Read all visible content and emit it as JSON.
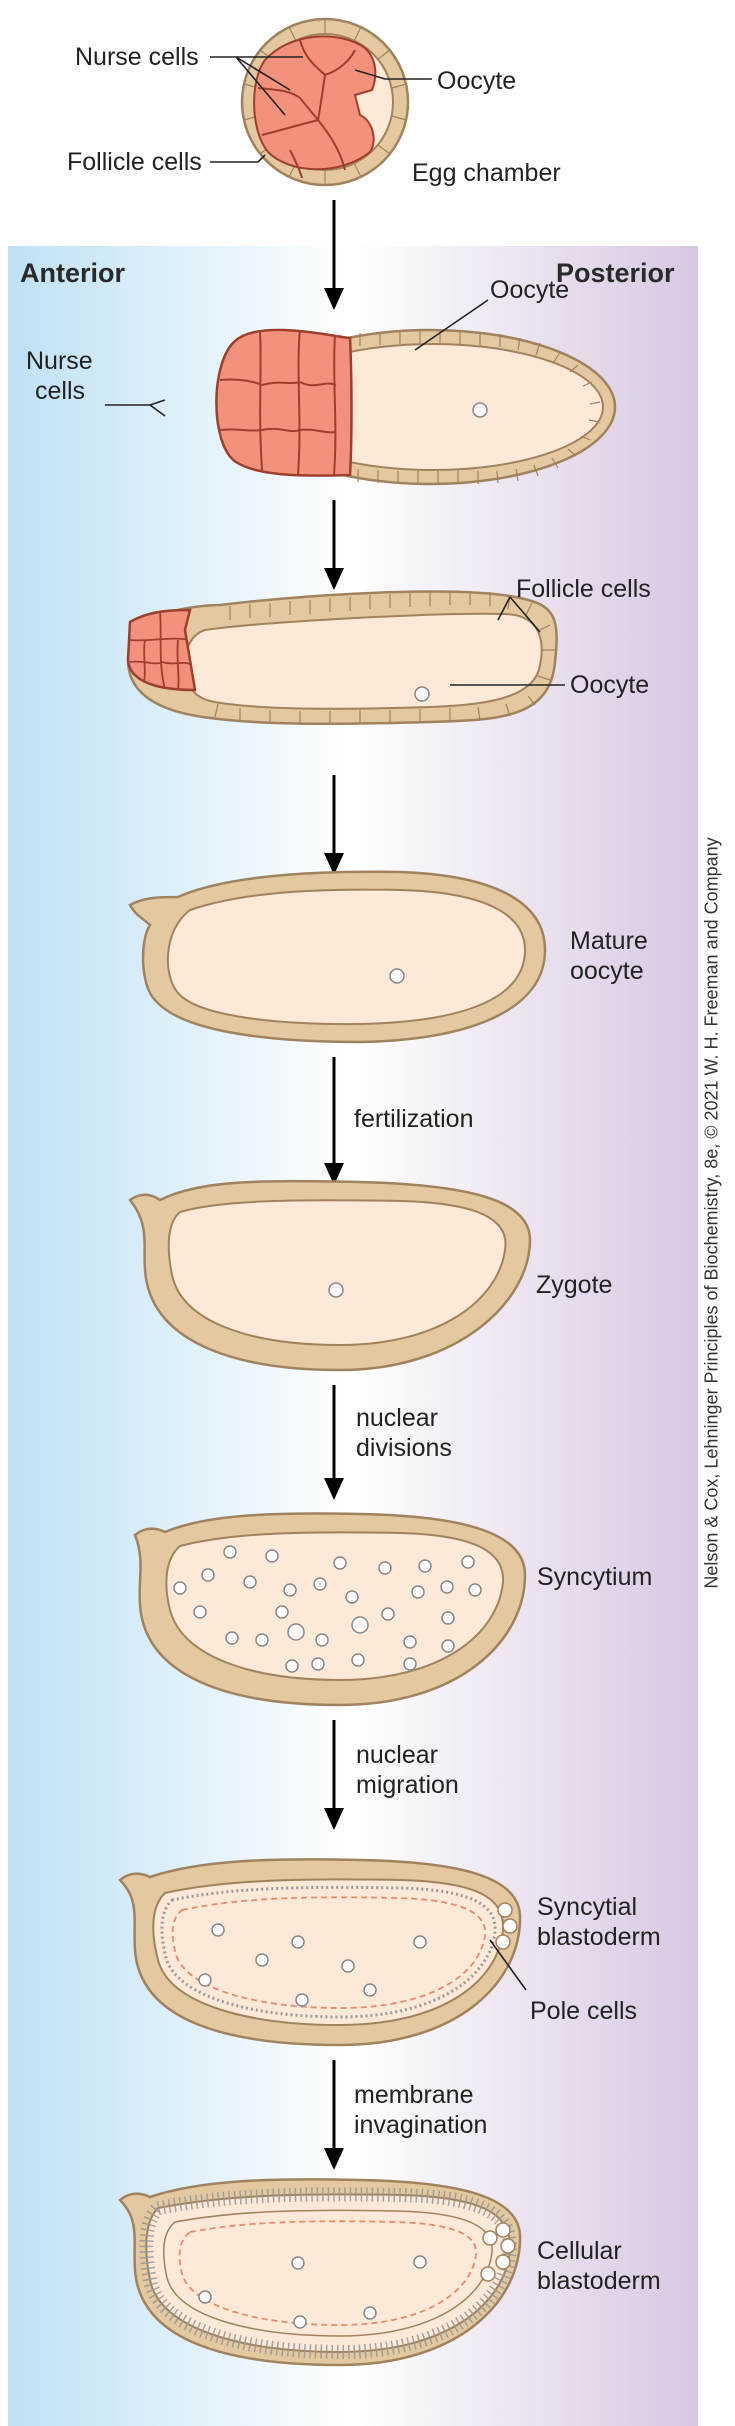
{
  "axis": {
    "anterior": "Anterior",
    "posterior": "Posterior"
  },
  "labels": {
    "nurse_cells": "Nurse cells",
    "oocyte": "Oocyte",
    "follicle_cells": "Follicle cells",
    "egg_chamber": "Egg chamber",
    "nurse_cells_line1": "Nurse",
    "nurse_cells_line2": "cells",
    "oocyte_2": "Oocyte",
    "follicle_cells_2": "Follicle cells",
    "oocyte_3": "Oocyte",
    "mature_line1": "Mature",
    "mature_line2": "oocyte",
    "zygote": "Zygote",
    "syncytium": "Syncytium",
    "syncytial_line1": "Syncytial",
    "syncytial_line2": "blastoderm",
    "pole_cells": "Pole cells",
    "cellular_line1": "Cellular",
    "cellular_line2": "blastoderm"
  },
  "steps": {
    "fertilization": "fertilization",
    "nuclear_divisions_line1": "nuclear",
    "nuclear_divisions_line2": "divisions",
    "nuclear_migration_line1": "nuclear",
    "nuclear_migration_line2": "migration",
    "membrane_invagination_line1": "membrane",
    "membrane_invagination_line2": "invagination"
  },
  "credit": "Nelson & Cox, Lehninger Principles of Biochemistry, 8e, © 2021 W. H. Freeman and Company",
  "colors": {
    "blue_edge": "#bfe1f4",
    "purple_edge": "#d7c8e1",
    "shell": "#e3c8a0",
    "shell_stroke": "#a0835e",
    "cytoplasm": "#fde9d7",
    "nurse": "#f3927c",
    "nurse_stroke": "#9e3f2b"
  }
}
